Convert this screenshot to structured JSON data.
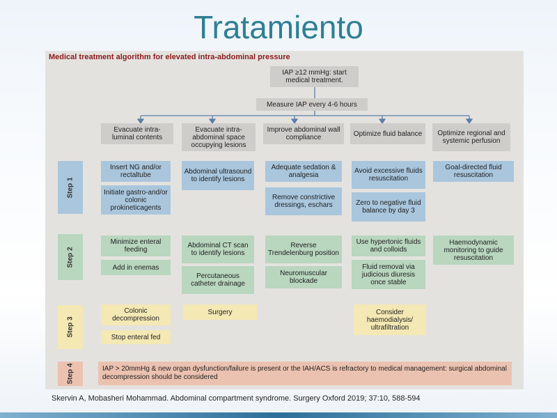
{
  "slide": {
    "title": "Tratamiento",
    "citation": "Skervin A, Mobasheri Mohammad. Abdominal compartment syndrome. Surgery Oxford 2019; 37:10, 588-594"
  },
  "algorithm": {
    "heading": "Medical treatment algorithm for elevated intra-abdominal pressure",
    "start": "IAP ≥12 mmHg: start medical treatment.",
    "measure": "Measure IAP every 4-6 hours",
    "columns": [
      "Evacuate intra-luminal contents",
      "Evacuate intra-abdominal space occupying lesions",
      "Improve abdominal wall compliance",
      "Optimize fluid balance",
      "Optimize regional and systemic perfusion"
    ],
    "steps": [
      "Step 1",
      "Step 2",
      "Step 3",
      "Step 4"
    ],
    "step1": {
      "col1": [
        "Insert NG and/or rectaltube",
        "Initiate gastro-and/or colonic prokineticagents"
      ],
      "col2": [
        "Abdominal ultrasound to identify lesions"
      ],
      "col3": [
        "Adequate sedation & analgesia",
        "Remove constrictive dressings, eschars"
      ],
      "col4": [
        "Avoid excessive fluids resuscitation",
        "Zero to negative fluid balance by day 3"
      ],
      "col5": [
        "Goal-directed fluid resuscitation"
      ]
    },
    "step2": {
      "col1": [
        "Minimize enteral feeding",
        "Add in enemas"
      ],
      "col2": [
        "Abdominal CT scan to identify lesions",
        "Percutaneous catheter drainage"
      ],
      "col3": [
        "Reverse Trendelenburg position",
        "Neuromuscular blockade"
      ],
      "col4": [
        "Use hypertonic fluids and colloids",
        "Fluid removal via judicious diuresis once stable"
      ],
      "col5": [
        "Haemodynamic monitoring to guide resuscitation"
      ]
    },
    "step3": {
      "col1": [
        "Colonic decompression",
        "Stop enteral fed"
      ],
      "col2": [
        "Surgery"
      ],
      "col4": [
        "Consider haemodialysis/ ultrafiltration"
      ]
    },
    "step4": "IAP > 20mmHg & new organ dysfunction/failure is present or the IAH/ACS is refractory to medical management: surgical abdominal decompression should be considered"
  },
  "colors": {
    "title": "#2f7f95",
    "heading": "#8b1a1a",
    "step1": "#a9c6dd",
    "step2": "#b9d6be",
    "step3": "#f4e8b4",
    "step4": "#ebc2b0"
  }
}
